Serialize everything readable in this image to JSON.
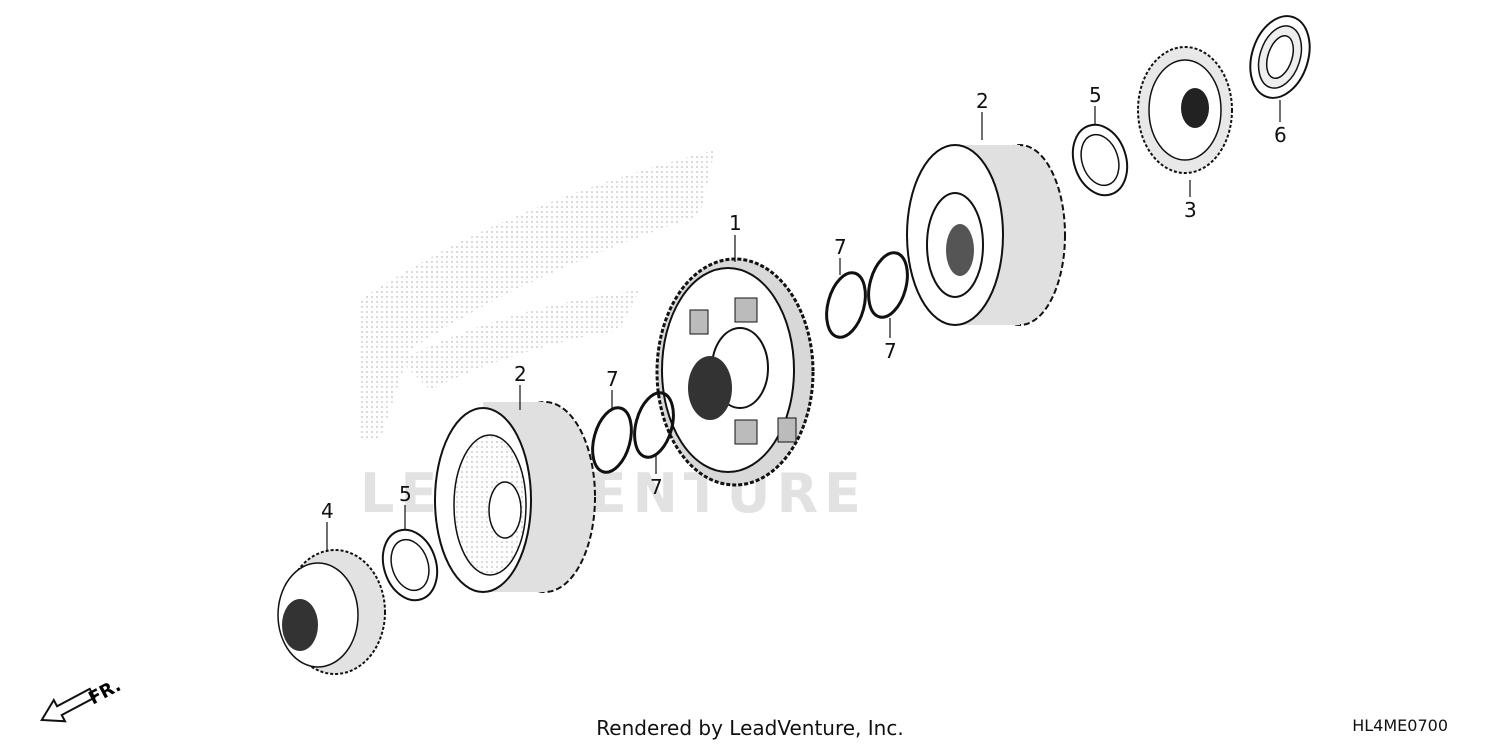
{
  "watermark": {
    "text": "LEADVENTURE"
  },
  "front_indicator": {
    "label": "FR.",
    "icon": "front-arrow-icon"
  },
  "callouts": {
    "n1": "1",
    "n2a": "2",
    "n2b": "2",
    "n3": "3",
    "n4": "4",
    "n5a": "5",
    "n5b": "5",
    "n6": "6",
    "n7a": "7",
    "n7b": "7",
    "n7c": "7",
    "n7d": "7"
  },
  "footer": {
    "rendered_by": "Rendered by LeadVenture, Inc."
  },
  "diagram_code": "HL4ME0700",
  "colors": {
    "line": "#111111",
    "watermark": "#d9d9d9",
    "gear": "#e6e6e6"
  }
}
